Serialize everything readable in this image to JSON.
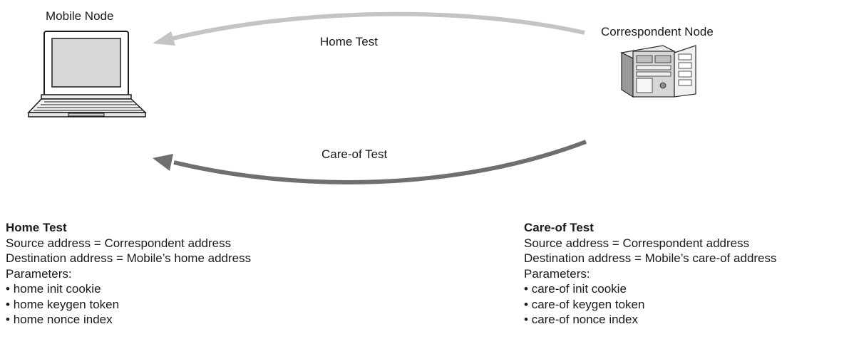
{
  "nodes": {
    "mobile": "Mobile Node",
    "correspondent": "Correspondent Node"
  },
  "arrows": {
    "home": "Home Test",
    "careof": "Care-of Test"
  },
  "home_block": {
    "title": "Home Test",
    "source": "Source address = Correspondent address",
    "destination": "Destination address = Mobile’s home address",
    "parameters_label": "Parameters:",
    "params": [
      "home init cookie",
      "home keygen token",
      "home nonce index"
    ]
  },
  "careof_block": {
    "title": "Care-of Test",
    "source": "Source address = Correspondent address",
    "destination": "Destination address = Mobile’s care-of address",
    "parameters_label": "Parameters:",
    "params": [
      "care-of init cookie",
      "care-of keygen token",
      "care-of nonce index"
    ]
  },
  "colors": {
    "home_arrow": "#c4c4c4",
    "careof_arrow": "#6f6f6f"
  }
}
